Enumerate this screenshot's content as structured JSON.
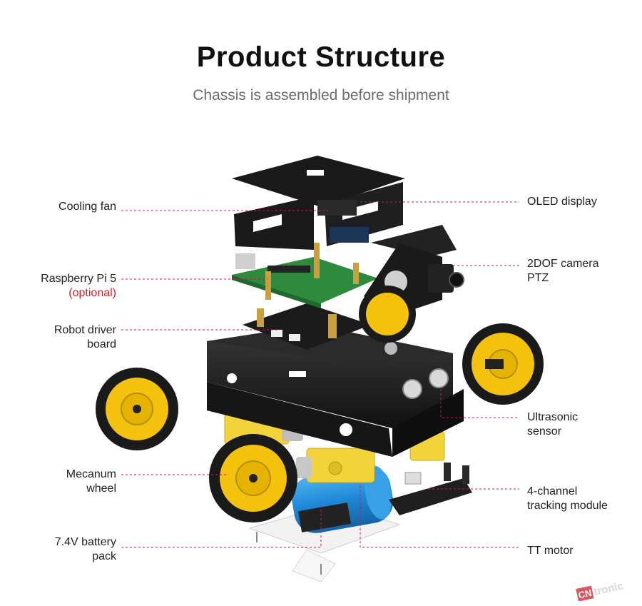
{
  "header": {
    "title": "Product Structure",
    "subtitle": "Chassis is assembled before shipment"
  },
  "labels": {
    "cooling_fan": "Cooling fan",
    "raspberry_pi": "Raspberry Pi 5",
    "raspberry_pi_note": "(optional)",
    "driver_board_1": "Robot driver",
    "driver_board_2": "board",
    "mecanum_1": "Mecanum",
    "mecanum_2": "wheel",
    "battery_1": "7.4V battery",
    "battery_2": "pack",
    "oled": "OLED display",
    "camera_1": "2DOF camera",
    "camera_2": "PTZ",
    "ultrasonic_1": "Ultrasonic",
    "ultrasonic_2": "sensor",
    "tracking_1": "4-channel",
    "tracking_2": "tracking module",
    "tt_motor": "TT motor"
  },
  "watermark": {
    "brand": "CNtronic",
    "brand_accent": "CN",
    "brand_rest": "tronic"
  },
  "colors": {
    "leader_line": "#c2185b",
    "wheel_yellow": "#f4c20d",
    "roller_black": "#1a1a1a",
    "chassis_black": "#1c1c1c",
    "pcb_green": "#2e8b3e",
    "battery_blue": "#1e88d8",
    "motor_yellow": "#f3d33a",
    "note_red": "#d0202a"
  }
}
